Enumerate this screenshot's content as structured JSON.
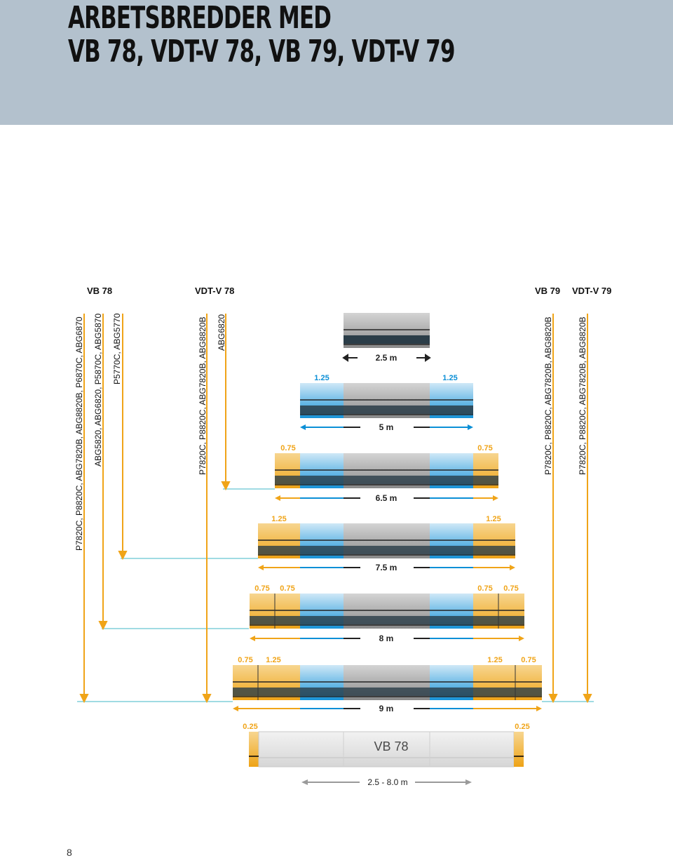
{
  "header": {
    "title_line1": "ARBETSBREDDER MED",
    "title_line2": "VB 78, VDT-V 78, VB 79, VDT-V 79"
  },
  "columns": {
    "vb78": "VB 78",
    "vdtv78": "VDT-V 78",
    "vb79": "VB 79",
    "vdtv79": "VDT-V 79"
  },
  "paver_labels": {
    "vb78_a": "P7820C, P8820C, ABG7820B, ABG8820B,  P6870C, ABG6870",
    "vb78_b": "ABG5820, ABG6820, P5870C, ABG5870",
    "vb78_c": "P5770C, ABG5770",
    "vdtv78_a": "P7820C, P8820C,  ABG7820B, ABG8820B",
    "vdtv78_b": "ABG6820",
    "vb79": "P7820C, P8820C,  ABG7820B, ABG8820B",
    "vdtv79": "P7820C, P8820C, ABG7820B, ABG8820B"
  },
  "widths": {
    "w1": "2.5 m",
    "w2": "5 m",
    "w3": "6.5 m",
    "w4": "7.5 m",
    "w5": "8 m",
    "w6": "9 m"
  },
  "extensions": {
    "e125": "1.25",
    "e075": "0.75",
    "e025": "0.25"
  },
  "base_screed": {
    "name": "VB 78",
    "range": "2.5 - 8.0 m"
  },
  "colors": {
    "header_bg": "#b3c1cd",
    "arrow_orange": "#f0a418",
    "extension_blue": "#0b8fd6",
    "extension_orange": "#f2a81c",
    "screed_grey": "#9a9a9a",
    "guide_line": "#40b7c7"
  },
  "page_number": "8"
}
